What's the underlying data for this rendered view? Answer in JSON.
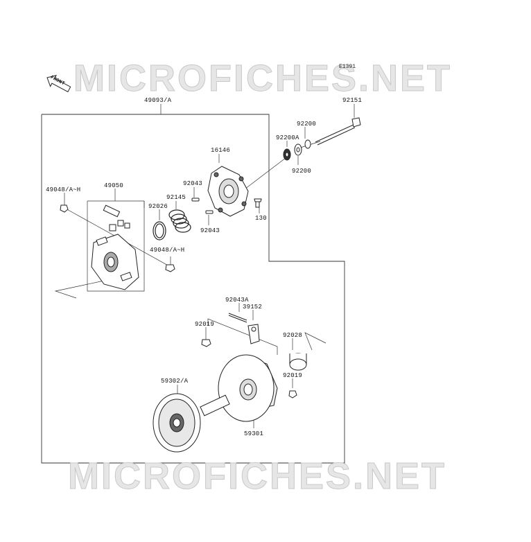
{
  "watermark": {
    "text": "MICROFICHES.NET"
  },
  "diagram_ref": "E1391",
  "front_arrow": {
    "text": "FRONT"
  },
  "parts": {
    "p49093A": "49093/A",
    "p92151": "92151",
    "p92200_top": "92200",
    "p92200A": "92200A",
    "p92200_bottom": "92200",
    "p16146": "16146",
    "p92043_top": "92043",
    "p92145": "92145",
    "p92026": "92026",
    "p49048_top": "49048/A~H",
    "p49050": "49050",
    "p92043_bottom": "92043",
    "p130": "130",
    "p49048_bottom": "49048/A~H",
    "p92043A": "92043A",
    "p39152": "39152",
    "p92019_left": "92019",
    "p92028": "92028",
    "p92019_right": "92019",
    "p59302A": "59302/A",
    "p59301": "59301"
  }
}
